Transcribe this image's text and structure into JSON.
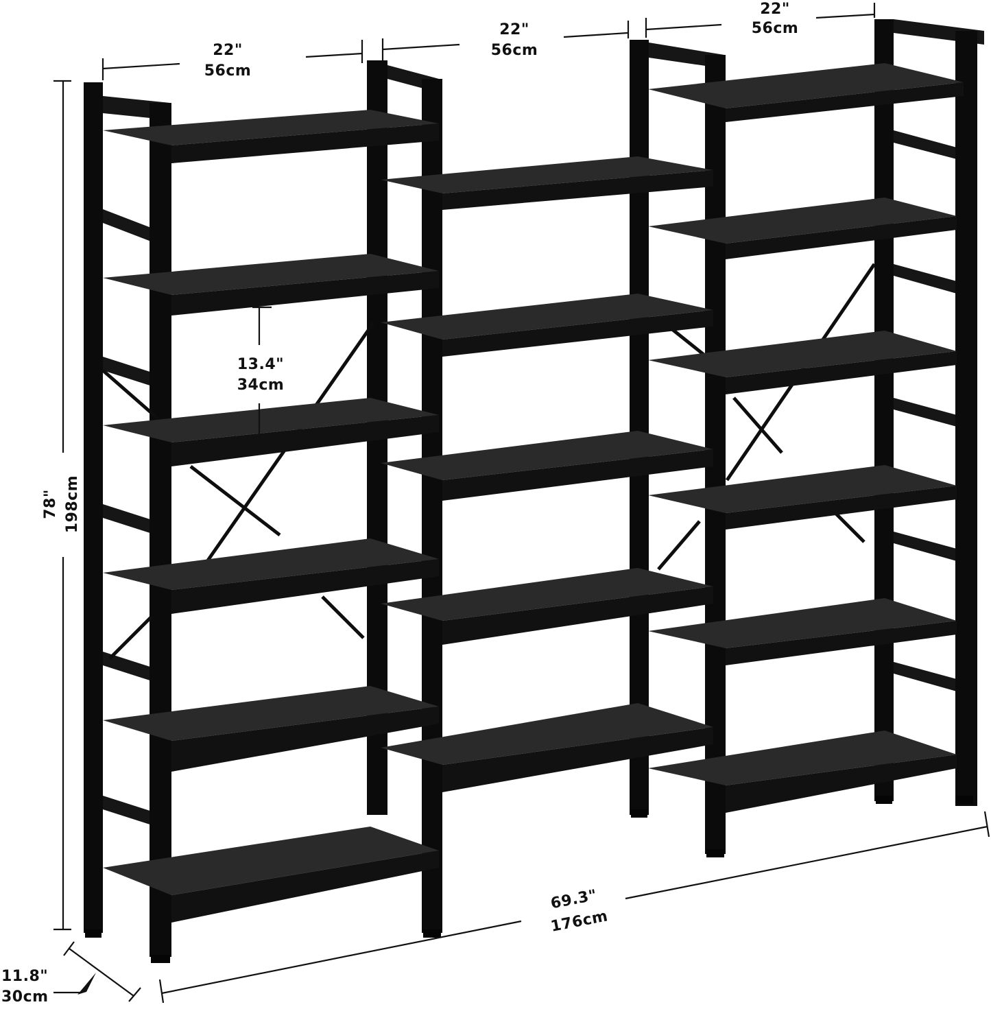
{
  "diagram": {
    "title": "Triple bookshelf dimensions",
    "colors": {
      "frame": "#0b0b0b",
      "shelf": "#2a2a2a",
      "dimension_line": "#111111",
      "background": "#ffffff"
    },
    "dimensions": {
      "left_width": {
        "imperial": "22\"",
        "metric": "56cm"
      },
      "middle_width": {
        "imperial": "22\"",
        "metric": "56cm"
      },
      "right_width": {
        "imperial": "22\"",
        "metric": "56cm"
      },
      "shelf_spacing": {
        "imperial": "13.4\"",
        "metric": "34cm"
      },
      "height": {
        "imperial": "78\"",
        "metric": "198cm"
      },
      "depth": {
        "imperial": "11.8\"",
        "metric": "30cm"
      },
      "total_width": {
        "imperial": "69.3\"",
        "metric": "176cm"
      }
    },
    "units": [
      {
        "name": "left-unit",
        "shelves": 6
      },
      {
        "name": "middle-unit",
        "shelves": 5
      },
      {
        "name": "right-unit",
        "shelves": 6
      }
    ]
  }
}
